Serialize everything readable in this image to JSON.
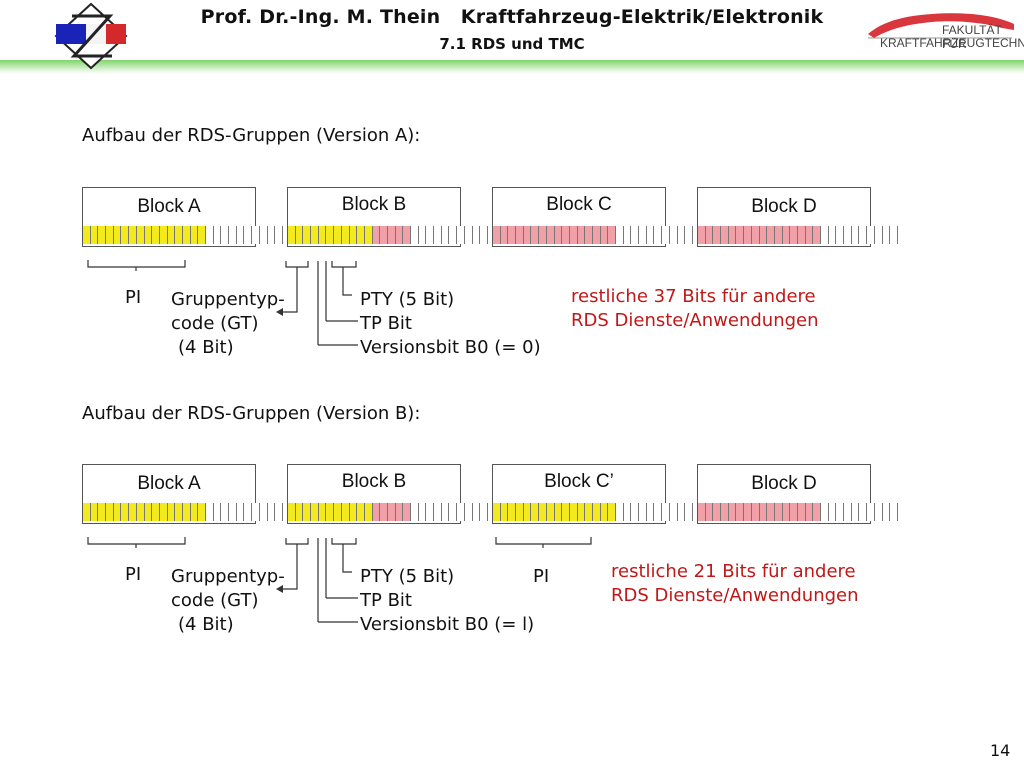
{
  "header": {
    "title": "Prof. Dr.-Ing. M. Thein   Kraftfahrzeug-Elektrik/Elektronik",
    "subtitle": "7.1 RDS und TMC",
    "faculty_line1": "FAKULTÄT FÜR",
    "faculty_line2": "KRAFTFAHRZEUGTECHNIK"
  },
  "colors": {
    "pi_yellow": "#f2ea1e",
    "red_bits": "#f0a0a6",
    "band_green": "#7fd46b",
    "text_red": "#c01818"
  },
  "section_a": {
    "heading": "Aufbau der RDS-Gruppen (Version A):",
    "blocks": [
      "Block A",
      "Block B",
      "Block C",
      "Block D"
    ],
    "labels": {
      "pi": "PI",
      "gt1": "Gruppentyp-",
      "gt2": "code (GT)",
      "gt3": "(4 Bit)",
      "pty": "PTY (5 Bit)",
      "tp": "TP Bit",
      "version": "Versionsbit B0 (= 0)",
      "rest1": "restliche 37 Bits für andere",
      "rest2": "RDS Dienste/Anwendungen"
    }
  },
  "section_b": {
    "heading": "Aufbau der RDS-Gruppen (Version B):",
    "blocks": [
      "Block A",
      "Block B",
      "Block C’",
      "Block D"
    ],
    "labels": {
      "pi": "PI",
      "gt1": "Gruppentyp-",
      "gt2": "code (GT)",
      "gt3": "(4 Bit)",
      "pty": "PTY (5 Bit)",
      "tp": "TP Bit",
      "version": "Versionsbit B0 (= l)",
      "pi_c": "PI",
      "rest1": "restliche 21 Bits für andere",
      "rest2": "RDS Dienste/Anwendungen"
    }
  },
  "page_number": "14"
}
